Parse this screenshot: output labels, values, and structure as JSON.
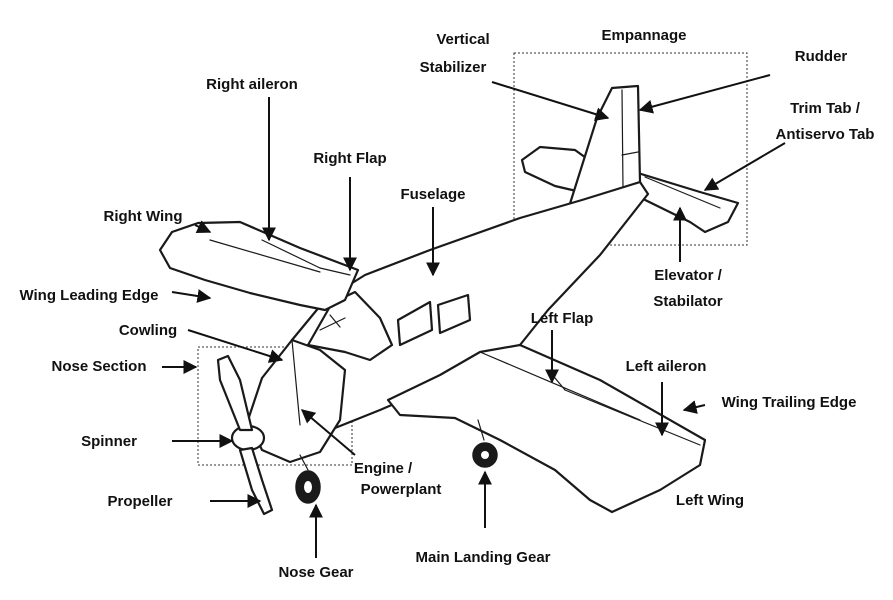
{
  "labels": {
    "vertical_stabilizer": [
      "Vertical",
      "Stabilizer"
    ],
    "empannage": "Empannage",
    "rudder": "Rudder",
    "right_aileron": "Right aileron",
    "trim_tab": [
      "Trim Tab /",
      "Antiservo Tab"
    ],
    "right_flap": "Right Flap",
    "fuselage": "Fuselage",
    "right_wing": "Right Wing",
    "wing_leading_edge": "Wing Leading Edge",
    "elevator": [
      "Elevator /",
      "Stabilator"
    ],
    "cowling": "Cowling",
    "left_flap": "Left Flap",
    "nose_section": "Nose Section",
    "left_aileron": "Left aileron",
    "wing_trailing_edge": "Wing Trailing Edge",
    "spinner": "Spinner",
    "engine": [
      "Engine /",
      "Powerplant"
    ],
    "propeller": "Propeller",
    "left_wing": "Left Wing",
    "main_landing_gear": "Main Landing Gear",
    "nose_gear": "Nose Gear"
  },
  "colors": {
    "line": "#1a1a1a",
    "text": "#111111",
    "background": "#ffffff"
  }
}
